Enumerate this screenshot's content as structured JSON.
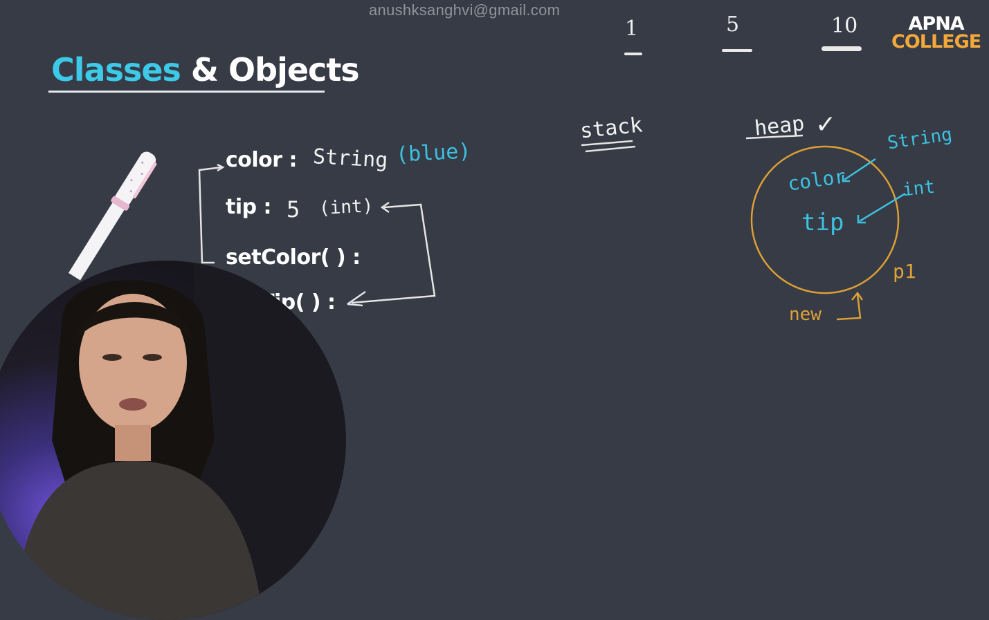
{
  "watermark": "anushksanghvi@gmail.com",
  "logo": {
    "line1": "APNA",
    "line2": "COLLEGE"
  },
  "ratings": [
    "1",
    "5",
    "10"
  ],
  "title": {
    "part1": "Classes",
    "part2": " & Objects"
  },
  "members": {
    "color": "color :",
    "tip": "tip :",
    "set_color": "setColor( ) :",
    "set_tip": "Tip( ) :"
  },
  "annotations": {
    "color_type": "String",
    "color_value": "(blue)",
    "tip_value": "5",
    "tip_type": "(int)"
  },
  "memory": {
    "stack": "stack",
    "heap": "heap",
    "heap_check": "✓",
    "string_label": "String",
    "int_label": "int",
    "obj_color": "color",
    "obj_tip": "tip",
    "obj_name": "p1",
    "new_label": "new"
  },
  "colors": {
    "background": "#363b45",
    "cyan": "#3dc1e0",
    "orange": "#e0a33a",
    "title_accent": "#3dc9e8",
    "logo_accent": "#f4a93a"
  }
}
